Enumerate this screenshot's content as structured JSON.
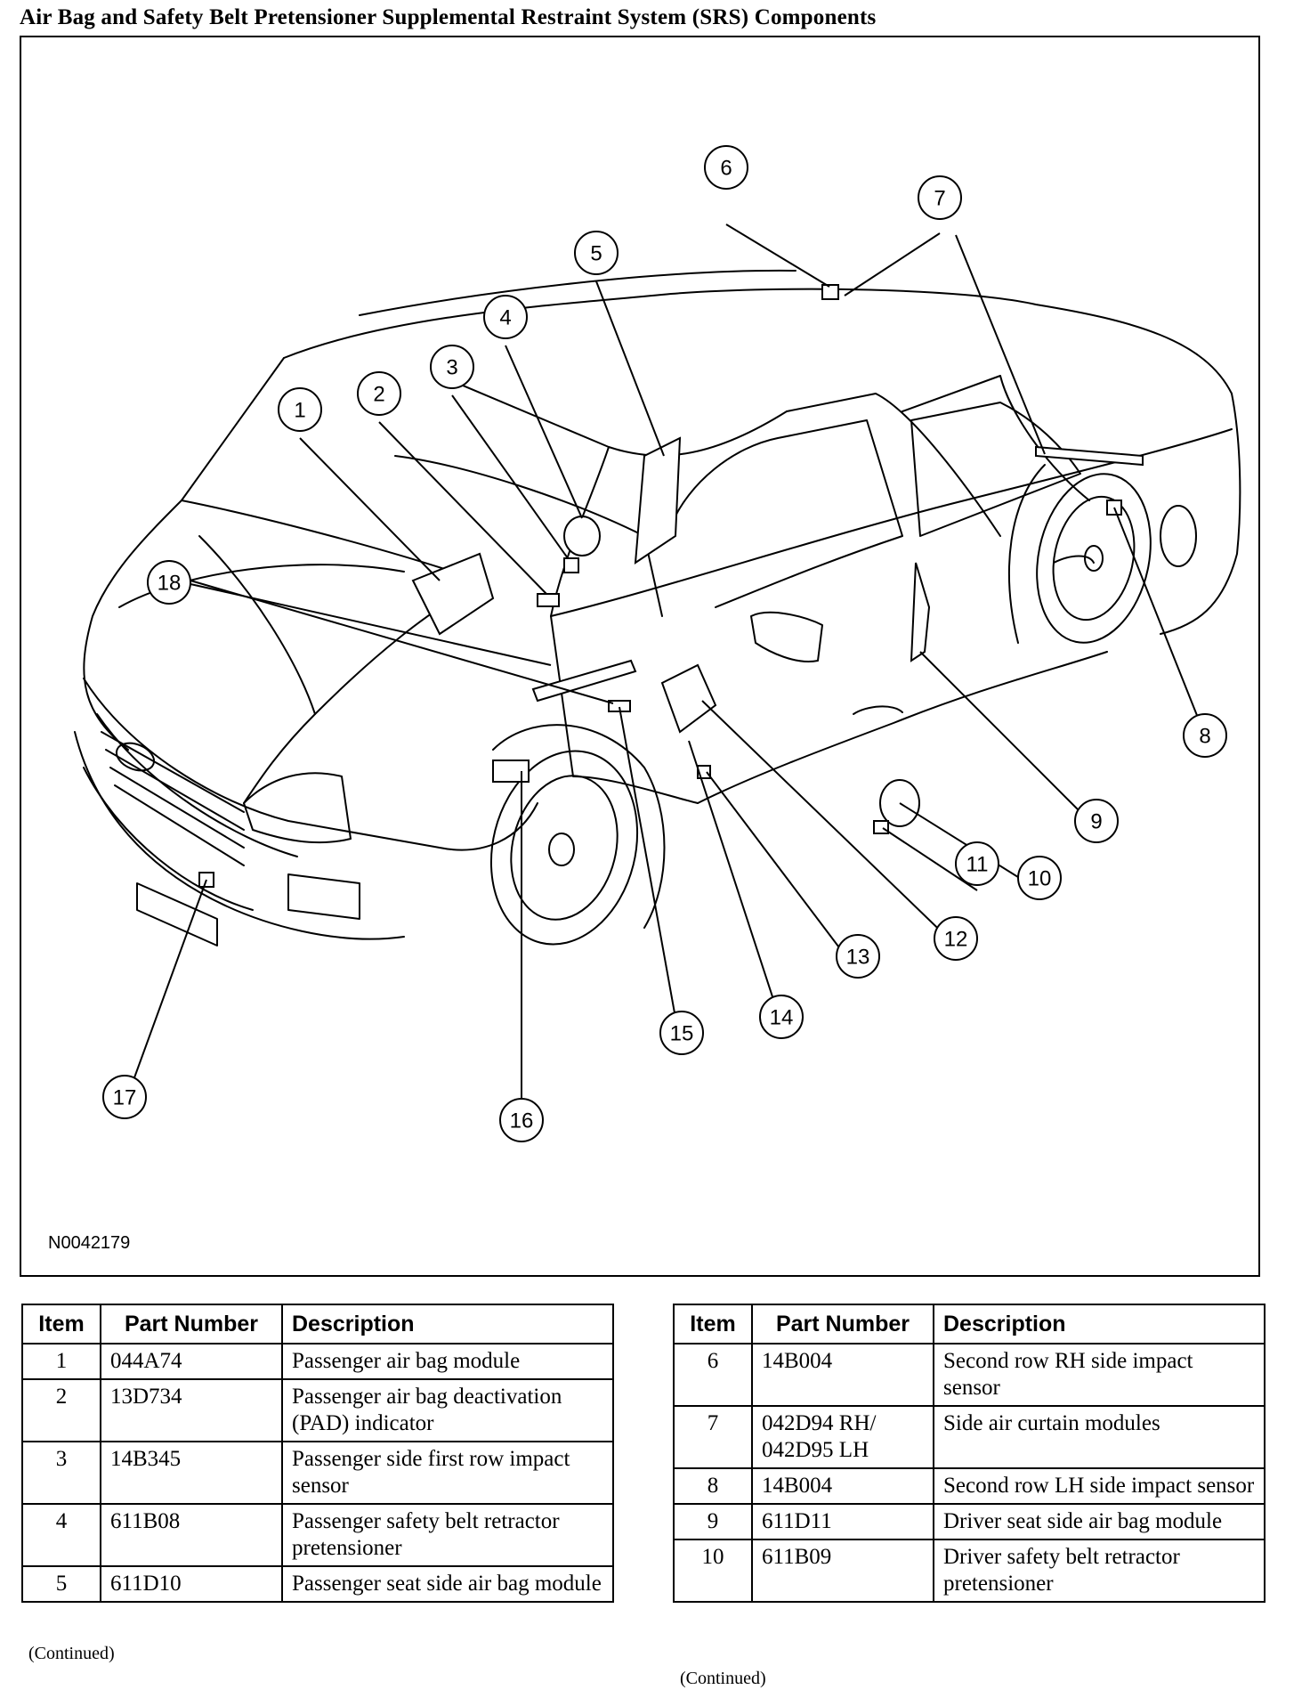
{
  "title": "Air Bag and Safety Belt Pretensioner Supplemental Restraint System (SRS) Components",
  "figure_id": "N0042179",
  "callouts": [
    "1",
    "2",
    "3",
    "4",
    "5",
    "6",
    "7",
    "8",
    "9",
    "10",
    "11",
    "12",
    "13",
    "14",
    "15",
    "16",
    "17",
    "18"
  ],
  "tables": {
    "headers": {
      "item": "Item",
      "part": "Part Number",
      "desc": "Description"
    },
    "left": [
      {
        "item": "1",
        "part": "044A74",
        "desc": "Passenger air bag module"
      },
      {
        "item": "2",
        "part": "13D734",
        "desc": "Passenger air bag deactivation (PAD) indicator"
      },
      {
        "item": "3",
        "part": "14B345",
        "desc": "Passenger side first row impact sensor"
      },
      {
        "item": "4",
        "part": "611B08",
        "desc": "Passenger safety belt retractor pretensioner"
      },
      {
        "item": "5",
        "part": "611D10",
        "desc": "Passenger seat side air bag module"
      }
    ],
    "right": [
      {
        "item": "6",
        "part": "14B004",
        "desc": "Second row RH side impact sensor"
      },
      {
        "item": "7",
        "part": "042D94 RH/ 042D95 LH",
        "desc": "Side air curtain modules"
      },
      {
        "item": "8",
        "part": "14B004",
        "desc": "Second row LH side impact sensor"
      },
      {
        "item": "9",
        "part": "611D11",
        "desc": "Driver seat side air bag module"
      },
      {
        "item": "10",
        "part": "611B09",
        "desc": "Driver safety belt retractor pretensioner"
      }
    ]
  },
  "continued": "(Continued)"
}
